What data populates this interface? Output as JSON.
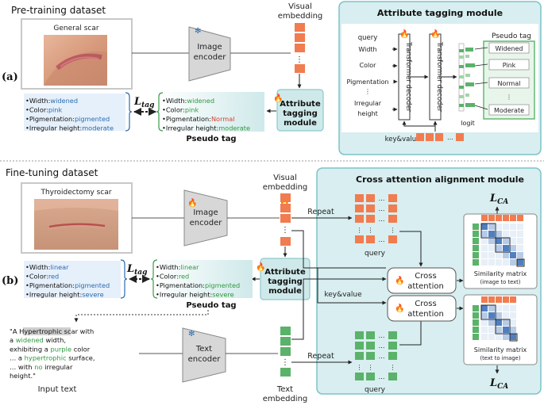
{
  "colors": {
    "orange": "#f07c50",
    "green": "#5bb26a",
    "teal_panel": "#d8eef0",
    "teal_border": "#7cc3c7",
    "blue_text": "#2b6cb0",
    "green_text": "#2e9a3e",
    "red_text": "#e03a2a",
    "gray_box": "#d7d7d7"
  },
  "panel_a": {
    "label": "(a)",
    "dataset_title": "Pre-training dataset",
    "image_caption": "General scar",
    "encoder": [
      "Image",
      "encoder"
    ],
    "visual_embedding": [
      "Visual",
      "embedding"
    ],
    "dots": "⋮",
    "gt_attrs": [
      {
        "key": "Width",
        "sep": ":",
        "val": "widened"
      },
      {
        "key": "Color",
        "sep": ":",
        "val": "pink"
      },
      {
        "key": "Pigmentation",
        "sep": ":",
        "val": "pigmented"
      },
      {
        "key": "Irregular height",
        "sep": ":",
        "val": "moderate"
      }
    ],
    "pseudo_attrs": [
      {
        "key": "Width",
        "sep": ":",
        "val": "widened"
      },
      {
        "key": "Color",
        "sep": ":",
        "val": "pink"
      },
      {
        "key": "Pigmentation",
        "sep": ":",
        "val": "Normal"
      },
      {
        "key": "Irregular height",
        "sep": ":",
        "val": "moderate"
      }
    ],
    "ltag": "L",
    "ltag_sub": "tag",
    "pseudo_tag_label": "Pseudo tag",
    "atm_label": [
      "Attribute",
      "tagging",
      "module"
    ],
    "module": {
      "title": "Attribute tagging module",
      "query_label": "query",
      "queries": [
        "Width",
        "Color",
        "Pigmentation",
        "⋮",
        "Irregular",
        "height"
      ],
      "decoder_label": "Transformer decoder",
      "logit_label": "logit",
      "pseudo_tag_title": "Pseudo tag",
      "tags": [
        "Widened",
        "Pink",
        "Normal",
        "⋮",
        "Moderate"
      ],
      "kv_label": "key&value"
    }
  },
  "panel_b": {
    "label": "(b)",
    "dataset_title": "Fine-tuning dataset",
    "image_caption": "Thyroidectomy scar",
    "encoder": [
      "Image",
      "encoder"
    ],
    "visual_embedding": [
      "Visual",
      "embedding"
    ],
    "dots": "⋮",
    "gt_attrs": [
      {
        "key": "Width",
        "sep": ":",
        "val": "linear"
      },
      {
        "key": "Color",
        "sep": ":",
        "val": "red"
      },
      {
        "key": "Pigmentation",
        "sep": ":",
        "val": "pigmented"
      },
      {
        "key": "Irregular height",
        "sep": ":",
        "val": "severe"
      }
    ],
    "pseudo_attrs": [
      {
        "key": "Width",
        "sep": ":",
        "val": "linear"
      },
      {
        "key": "Color",
        "sep": ":",
        "val": "red"
      },
      {
        "key": "Pigmentation",
        "sep": ":",
        "val": "pigmented"
      },
      {
        "key": "Irregular height",
        "sep": ":",
        "val": "severe"
      }
    ],
    "ltag": "L",
    "ltag_sub": "tag",
    "pseudo_tag_label": "Pseudo tag",
    "atm_label": [
      "Attribute",
      "tagging",
      "module"
    ],
    "input_text_lines": [
      [
        {
          "t": "\"A ",
          "c": "n"
        },
        {
          "t": "Hypertrophic",
          "c": "hl"
        },
        {
          "t": " scar with",
          "c": "n"
        }
      ],
      [
        {
          "t": "a ",
          "c": "n"
        },
        {
          "t": "widened",
          "c": "g"
        },
        {
          "t": " width,",
          "c": "n"
        }
      ],
      [
        {
          "t": "exhibiting a ",
          "c": "n"
        },
        {
          "t": "purple",
          "c": "g"
        },
        {
          "t": " color",
          "c": "n"
        }
      ],
      [
        {
          "t": "… a ",
          "c": "n"
        },
        {
          "t": "hypertrophic",
          "c": "g"
        },
        {
          "t": " surface,",
          "c": "n"
        }
      ],
      [
        {
          "t": "… with ",
          "c": "n"
        },
        {
          "t": "no",
          "c": "g"
        },
        {
          "t": " irregular",
          "c": "n"
        }
      ],
      [
        {
          "t": "height.\"",
          "c": "n"
        }
      ]
    ],
    "input_text_label": "Input text",
    "text_encoder": [
      "Text",
      "encoder"
    ],
    "text_embedding": [
      "Text",
      "embedding"
    ],
    "repeat_label": "Repeat",
    "kv_label": "key&value",
    "query_label": "query",
    "cross_attention": [
      "Cross",
      "attention"
    ],
    "module_title": "Cross attention alignment module",
    "lca": "L",
    "lca_sub": "CA",
    "sim_top": [
      "Similarity matrix",
      "(image to text)"
    ],
    "sim_bottom": [
      "Similarity matrix",
      "(text to image)"
    ]
  }
}
